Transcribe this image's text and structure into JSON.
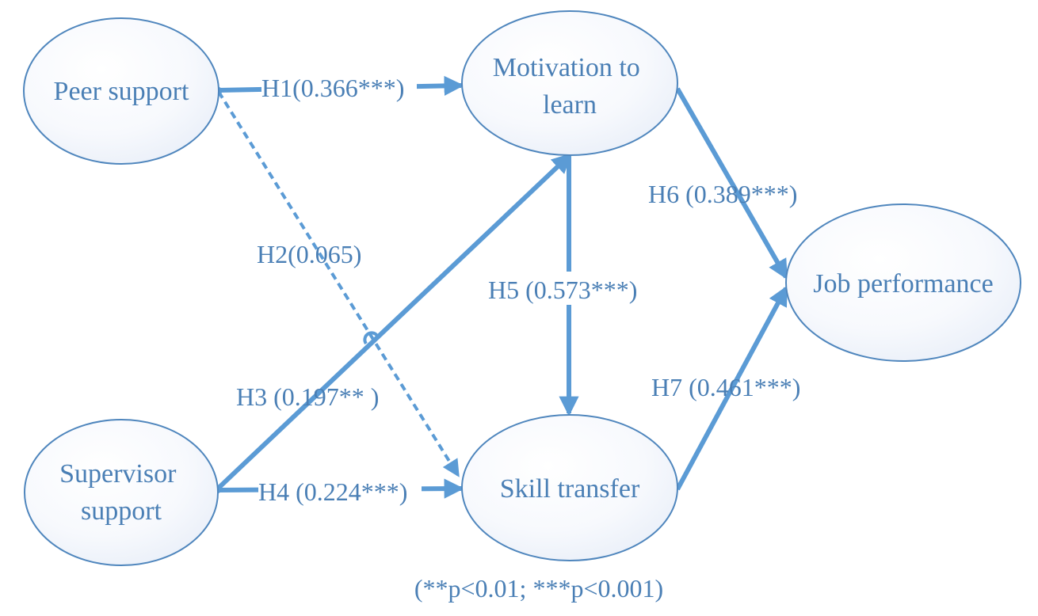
{
  "colors": {
    "arrow": "#5b9bd5",
    "text": "#4a7fb5",
    "node_border": "#4f86bd",
    "node_fill_light": "#ffffff",
    "node_fill_shade": "#e8eef8"
  },
  "nodes": {
    "peer": {
      "lines": [
        "Peer support"
      ]
    },
    "supervisor": {
      "lines": [
        "Supervisor",
        "support"
      ]
    },
    "motivation": {
      "lines": [
        "Motivation to",
        "learn"
      ]
    },
    "skill": {
      "lines": [
        "Skill transfer"
      ]
    },
    "job": {
      "lines": [
        "Job performance"
      ]
    }
  },
  "edges": {
    "h1": {
      "label": "H1(0.366***)",
      "from": "peer",
      "to": "motivation",
      "style": "solid"
    },
    "h2": {
      "label": "H2(0.065)",
      "from": "peer",
      "to": "skill",
      "style": "dashed"
    },
    "h3": {
      "label": "H3 (0.197** )",
      "from": "supervisor",
      "to": "motivation",
      "style": "solid"
    },
    "h4": {
      "label": "H4 (0.224***)",
      "from": "supervisor",
      "to": "skill",
      "style": "solid"
    },
    "h5": {
      "label": "H5 (0.573***)",
      "from": "motivation",
      "to": "skill",
      "style": "solid"
    },
    "h6": {
      "label": "H6 (0.389***)",
      "from": "motivation",
      "to": "job",
      "style": "solid"
    },
    "h7": {
      "label": "H7 (0.461***)",
      "from": "skill",
      "to": "job",
      "style": "solid"
    }
  },
  "note": "(**p<0.01; ***p<0.001)"
}
